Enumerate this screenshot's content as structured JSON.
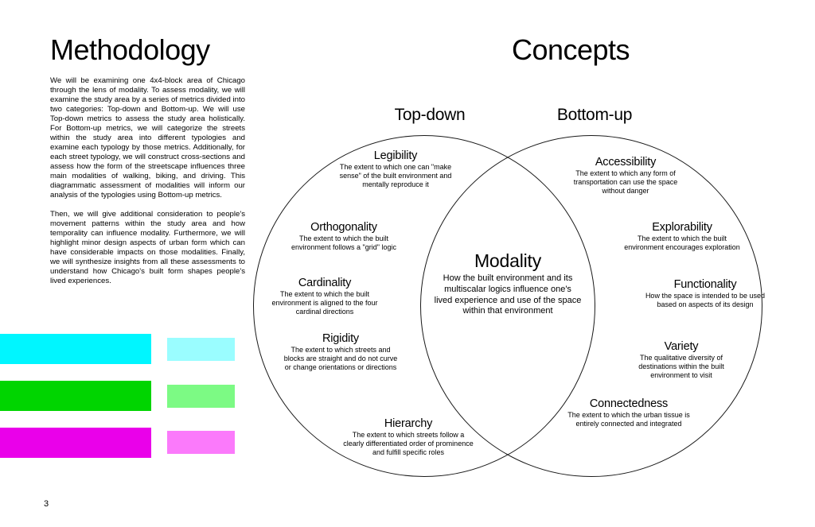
{
  "page": {
    "number": "3"
  },
  "methodology": {
    "title": "Methodology",
    "paragraphs": [
      "We will be examining one 4x4-block area of Chicago through the lens of modality. To assess modality, we will examine the study area by a series of metrics divided into two categories: Top-down and Bottom-up. We will use Top-down metrics to assess the study area holistically. For Bottom-up metrics, we will categorize the streets within the study area into different typologies and examine each typology by those metrics. Additionally, for each street typology, we will construct cross-sections and assess how the form of the streetscape influences three main modalities of walking, biking, and driving. This diagrammatic assessment of modalities will inform our analysis of the typologies using Bottom-up metrics.",
      "Then, we will give additional consideration to people's movement patterns within the study area and how temporality can influence modality. Furthermore, we will highlight minor design aspects of urban form which can have considerable impacts on those modalities. Finally, we will synthesize insights from all these assessments to understand how Chicago's built form shapes people's lived experiences."
    ]
  },
  "swatches": [
    {
      "name": "cyan",
      "main": "#00f6ff",
      "light": "#9afdff"
    },
    {
      "name": "green",
      "main": "#00d500",
      "light": "#7cfa84"
    },
    {
      "name": "magenta",
      "main": "#ea00ea",
      "light": "#fb7afb"
    }
  ],
  "concepts": {
    "title": "Concepts",
    "left_label": "Top-down",
    "right_label": "Bottom-up",
    "left_items": [
      {
        "title": "Legibility",
        "desc": "The extent to which one can \"make sense\" of the built environment and mentally reproduce it"
      },
      {
        "title": "Orthogonality",
        "desc": "The extent to which the built environment follows a \"grid\" logic"
      },
      {
        "title": "Cardinality",
        "desc": "The extent to which the built environment is aligned to the four cardinal directions"
      },
      {
        "title": "Rigidity",
        "desc": "The extent to which streets and blocks are straight and do not curve or change orientations or directions"
      },
      {
        "title": "Hierarchy",
        "desc": "The extent to which streets follow a clearly differentiated order of prominence and fulfill specific roles"
      }
    ],
    "right_items": [
      {
        "title": "Accessibility",
        "desc": "The extent to which any form of transportation can use the space without danger"
      },
      {
        "title": "Explorability",
        "desc": "The extent to which the built environment encourages exploration"
      },
      {
        "title": "Functionality",
        "desc": "How the space is intended to be used based on aspects of its design"
      },
      {
        "title": "Variety",
        "desc": "The qualitative diversity of destinations within the built environment to visit"
      },
      {
        "title": "Connectedness",
        "desc": "The extent to which the urban tissue is entirely connected and integrated"
      }
    ],
    "center": {
      "title": "Modality",
      "desc": "How the built environment and its multiscalar logics influence one's lived experience and use of the space within that environment"
    }
  }
}
